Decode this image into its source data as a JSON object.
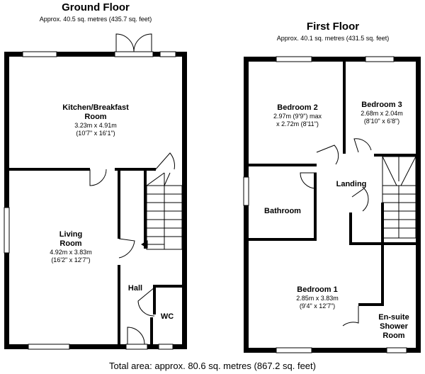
{
  "total_area": "Total area: approx. 80.6 sq. metres (867.2 sq. feet)",
  "ground_floor": {
    "title": "Ground Floor",
    "area": "Approx. 40.5 sq. metres (435.7 sq. feet)",
    "rooms": {
      "kitchen": {
        "name": "Kitchen/Breakfast Room",
        "name_line1": "Kitchen/Breakfast",
        "name_line2": "Room",
        "dim_metric": "3.23m x 4.91m",
        "dim_imperial": "(10'7\" x 16'1\")"
      },
      "living": {
        "name_line1": "Living",
        "name_line2": "Room",
        "dim_metric": "4.92m x 3.83m",
        "dim_imperial": "(16'2\" x 12'7\")"
      },
      "hall": {
        "name": "Hall"
      },
      "wc": {
        "name": "WC"
      }
    }
  },
  "first_floor": {
    "title": "First Floor",
    "area": "Approx. 40.1 sq. metres (431.5 sq. feet)",
    "rooms": {
      "bedroom2": {
        "name": "Bedroom 2",
        "dim_line1": "2.97m (9'9\") max",
        "dim_line2": "x 2.72m (8'11\")"
      },
      "bedroom3": {
        "name": "Bedroom 3",
        "dim_metric": "2.68m x 2.04m",
        "dim_imperial": "(8'10\" x 6'8\")"
      },
      "landing": {
        "name": "Landing"
      },
      "bathroom": {
        "name": "Bathroom"
      },
      "bedroom1": {
        "name": "Bedroom 1",
        "dim_metric": "2.85m x 3.83m",
        "dim_imperial": "(9'4\" x 12'7\")"
      },
      "ensuite": {
        "name_line1": "En-suite",
        "name_line2": "Shower",
        "name_line3": "Room"
      }
    }
  }
}
